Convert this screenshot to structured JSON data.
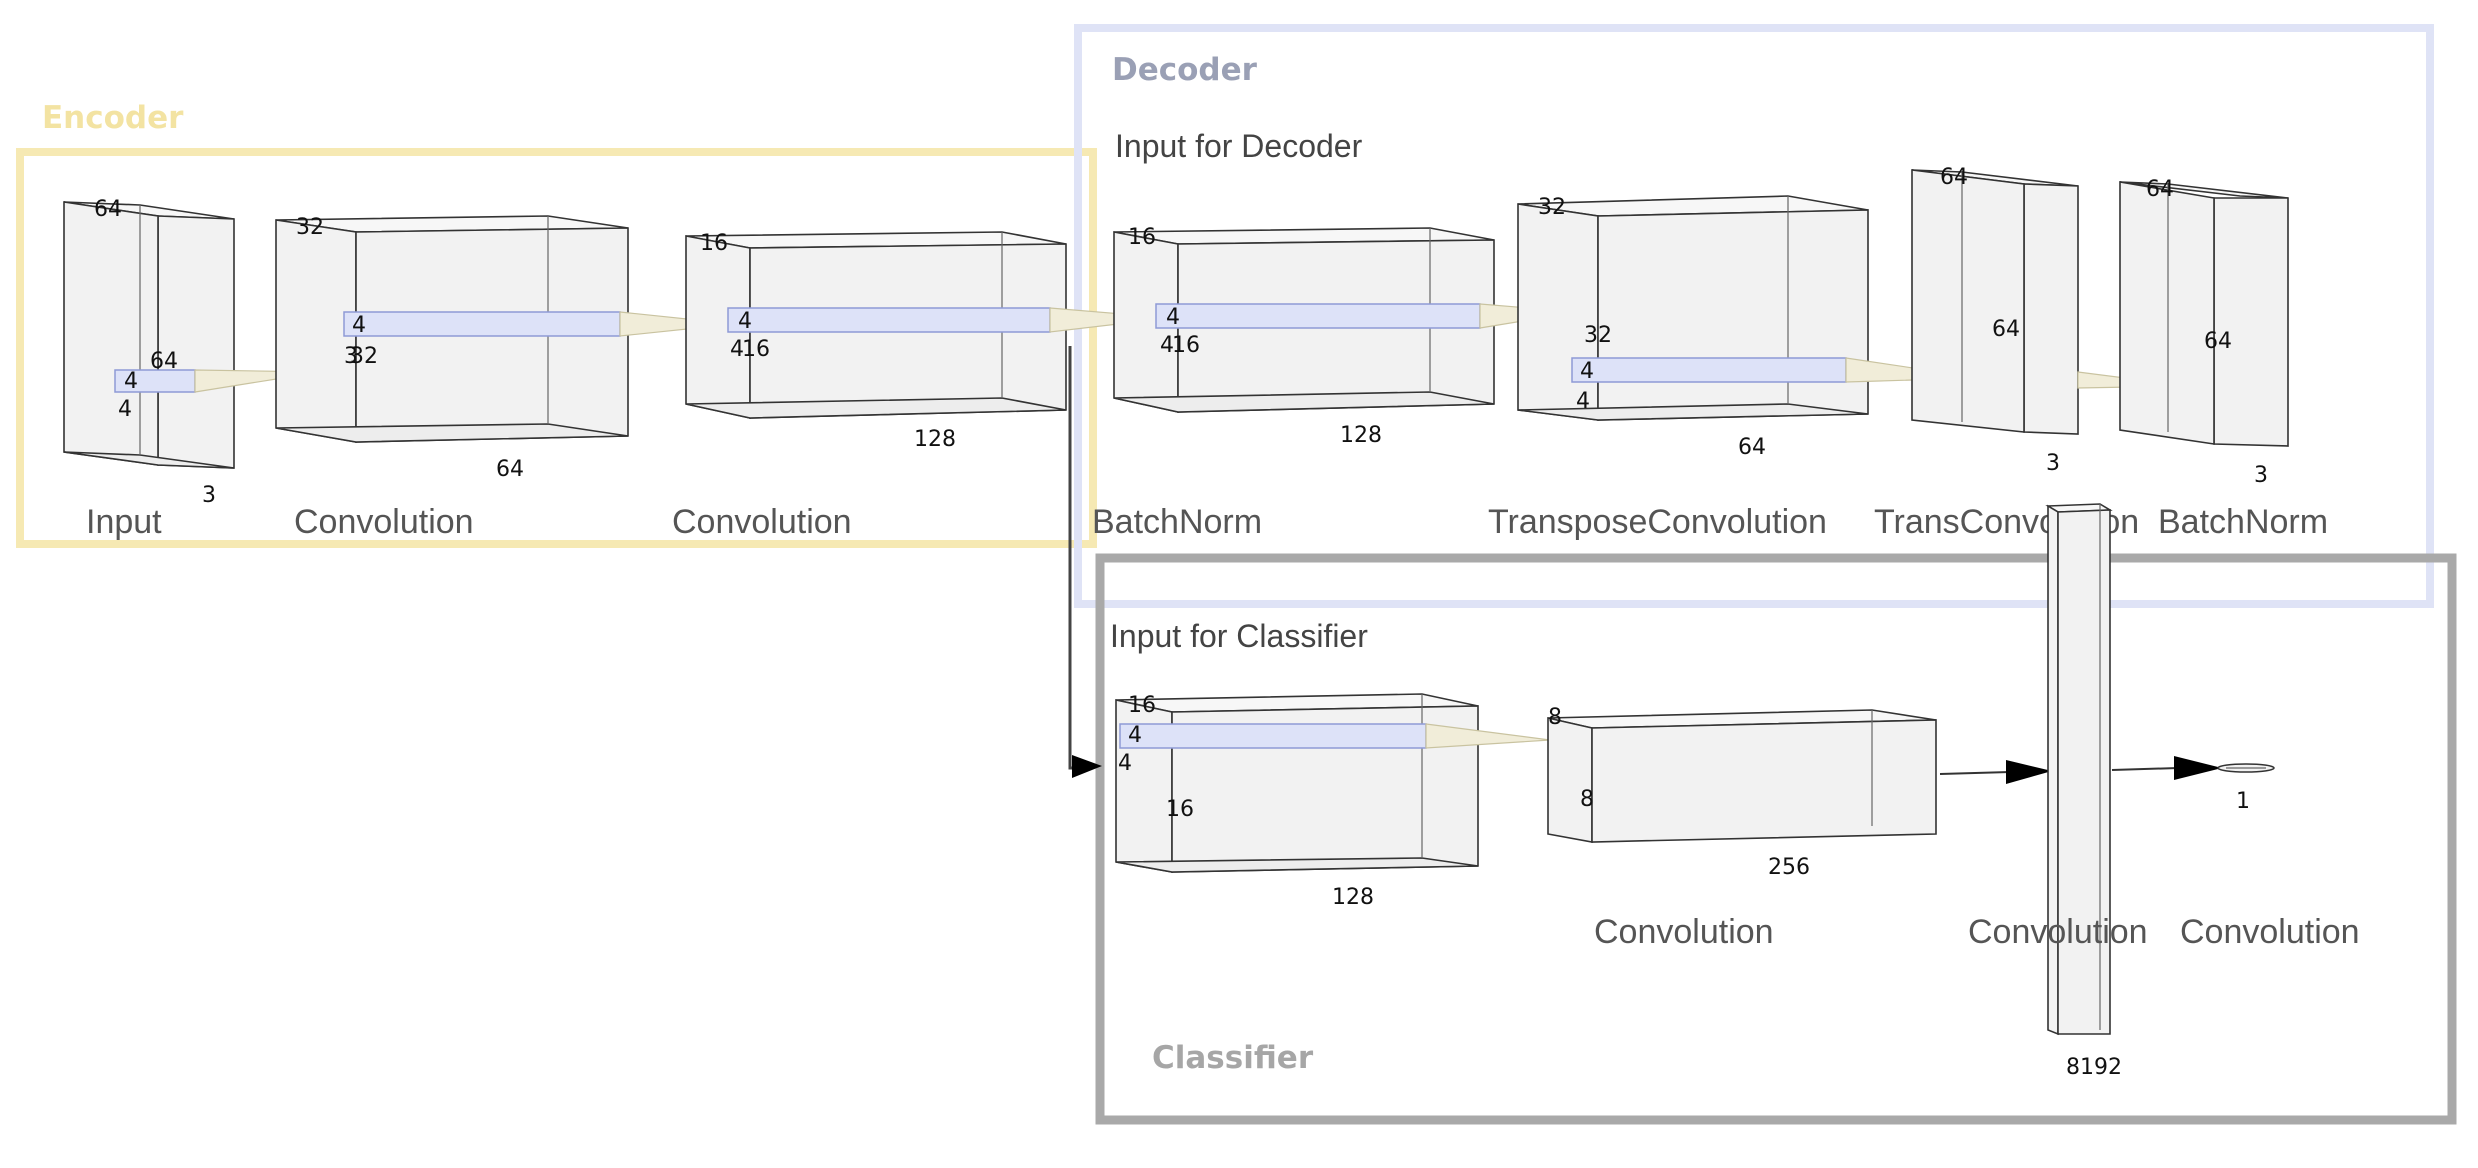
{
  "groups": {
    "encoder": "Encoder",
    "decoder": "Decoder",
    "classifier": "Classifier"
  },
  "subtitles": {
    "decoder_input": "Input for Decoder",
    "classifier_input": "Input for Classifier"
  },
  "layers": {
    "input": {
      "caption": "Input",
      "d1": "64",
      "d2": "3",
      "k1": "64",
      "k2": "4",
      "k3": "4"
    },
    "conv1": {
      "caption": "Convolution",
      "d1": "32",
      "d2": "64",
      "k1": "4",
      "k2": "3",
      "k3": "32"
    },
    "conv2": {
      "caption": "Convolution",
      "d1": "16",
      "d2": "128",
      "k1": "4",
      "k2": "4",
      "k3": "16"
    },
    "bn1": {
      "caption": "BatchNorm",
      "d1": "16",
      "d2": "128",
      "k1": "4",
      "k2": "4",
      "k3": "16"
    },
    "tconv1": {
      "caption": "TransposeConvolution",
      "d1": "32",
      "d2": "64",
      "k1": "32",
      "k2": "4",
      "k3": "4"
    },
    "tconv2": {
      "caption": "TransConvolution",
      "d1": "64",
      "d2": "64",
      "d3": "3"
    },
    "bn2": {
      "caption": "BatchNorm",
      "d1": "64",
      "d2": "64",
      "d3": "3"
    },
    "cin": {
      "d1": "16",
      "k1": "4",
      "k2": "4",
      "d2": "16",
      "d3": "128"
    },
    "cconv1": {
      "caption": "Convolution",
      "d1": "8",
      "d2": "8",
      "d3": "256"
    },
    "cconv2": {
      "caption": "Convolution",
      "d1": "8192"
    },
    "cconv3": {
      "caption": "Convolution",
      "d1": "1"
    }
  },
  "colors": {
    "encoder": "#f6e9b3",
    "decoder": "#dfe3f6",
    "classifier": "#a9a9a9",
    "encoder_title": "#f3e3a2",
    "decoder_title": "#9aa0b5",
    "classifier_title": "#a6a6a6"
  }
}
